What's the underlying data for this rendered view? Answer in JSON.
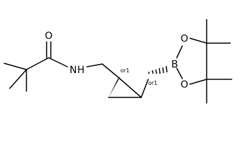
{
  "molecule": {
    "atoms": {
      "carbonyl_oxygen": "O",
      "amide_nitrogen": "N",
      "amide_hydrogen": "H",
      "boron": "B",
      "ring_oxygen_top": "O",
      "ring_oxygen_bottom": "O"
    },
    "stereo_labels": {
      "c1": "or1",
      "c2": "or1"
    }
  }
}
